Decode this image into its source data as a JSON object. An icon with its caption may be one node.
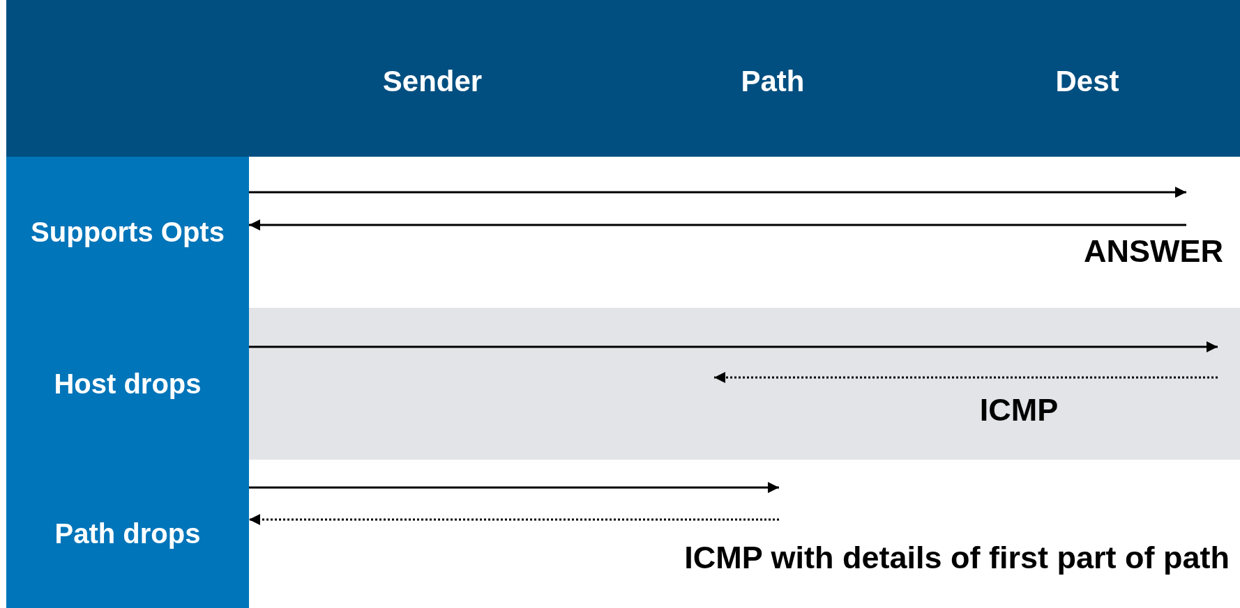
{
  "diagram": {
    "nodes": [
      {
        "text": [
          "Sender"
        ]
      },
      {
        "text": [
          "Path"
        ]
      },
      {
        "text": [
          "Dest"
        ]
      },
      {
        "text": [
          "Supports Opts"
        ]
      },
      {
        "text": [
          "Host drops"
        ]
      },
      {
        "text": [
          "Path drops"
        ]
      }
    ],
    "edges": [
      {
        "from": 3,
        "to": null,
        "arrow": "to"
      },
      {
        "from": null,
        "to": 3,
        "arrow": "to",
        "label": "ANSWER"
      },
      {
        "from": 4,
        "to": null,
        "arrow": "to"
      },
      {
        "from": 5,
        "to": null,
        "arrow": "to"
      },
      {
        "from": null,
        "to": 5,
        "arrow": "to",
        "label": "ICMP with details of first part of path",
        "style": "dashed"
      }
    ],
    "labels": [
      "ICMP"
    ]
  }
}
